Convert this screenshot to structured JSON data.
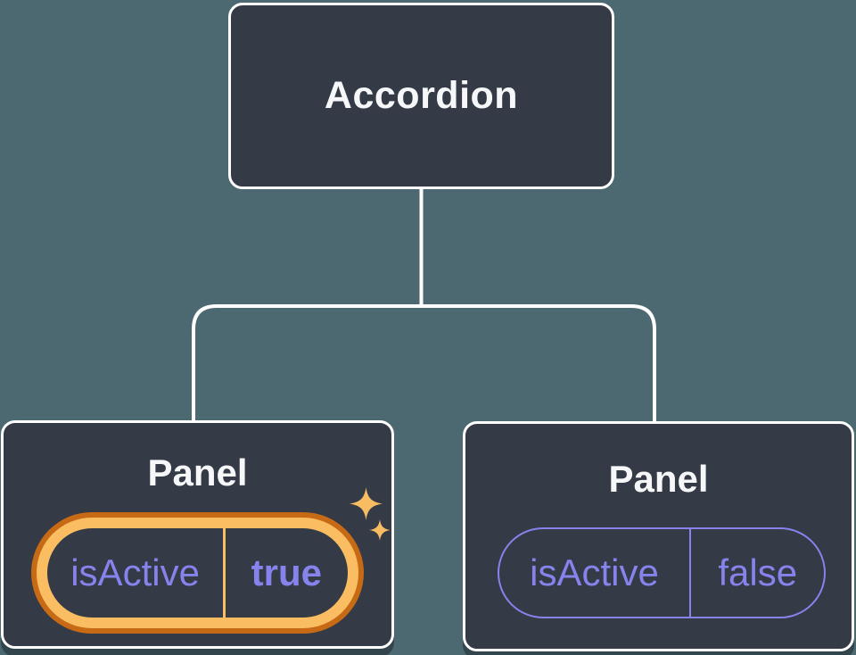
{
  "diagram": {
    "description": "Component tree: Accordion parent with two Panel children holding isActive state",
    "root": {
      "label": "Accordion"
    },
    "children": [
      {
        "label": "Panel",
        "state": {
          "key": "isActive",
          "value": "true"
        },
        "highlighted": true
      },
      {
        "label": "Panel",
        "state": {
          "key": "isActive",
          "value": "false"
        },
        "highlighted": false
      }
    ]
  },
  "icons": {
    "sparkle_large": "sparkle-icon",
    "sparkle_small": "sparkle-icon"
  },
  "colors": {
    "background": "#4C6971",
    "node_fill": "#343A46",
    "node_border": "#FFFFFF",
    "title_text": "#F6F7F9",
    "state_purple": "#8783EC",
    "highlight_orange_dark": "#C76A15",
    "highlight_amber": "#FABD62",
    "sparkle_amber": "#F8BC63"
  }
}
